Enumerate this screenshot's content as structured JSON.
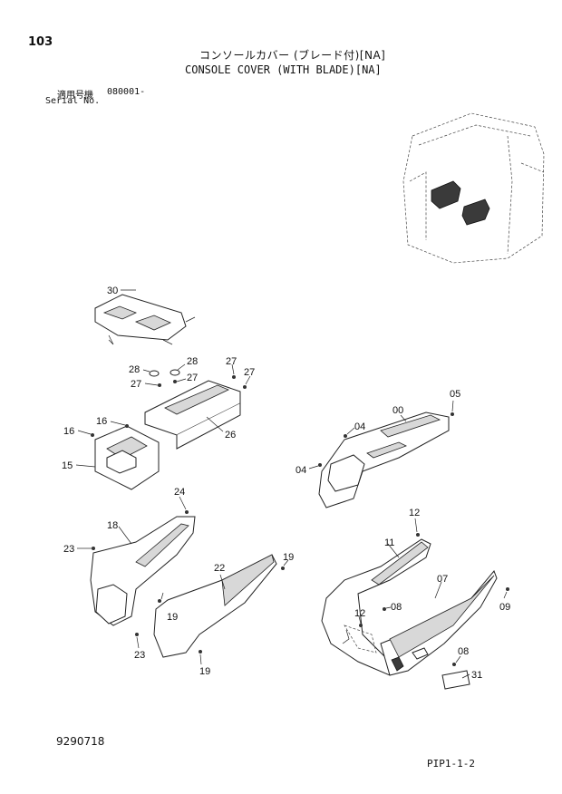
{
  "header": {
    "page_number": "103",
    "title_jp": "コンソールカバー (ブレード付)[NA]",
    "title_en": "CONSOLE COVER (WITH BLADE)[NA]",
    "serial_label_jp": "適用号機",
    "serial_value": "080001-",
    "serial_label_en": "Serial No."
  },
  "footer": {
    "document_number": "9290718",
    "page_code": "PIP1-1-2"
  },
  "callouts": {
    "c30": "30",
    "c28a": "28",
    "c28b": "28",
    "c27a": "27",
    "c27b": "27",
    "c27c": "27",
    "c27d": "27",
    "c26": "26",
    "c16a": "16",
    "c16b": "16",
    "c15": "15",
    "c04a": "04",
    "c04b": "04",
    "c00": "00",
    "c05": "05",
    "c24": "24",
    "c18": "18",
    "c23a": "23",
    "c23b": "23",
    "c22": "22",
    "c19a": "19",
    "c19b": "19",
    "c19c": "19",
    "c12a": "12",
    "c12b": "12",
    "c11": "11",
    "c07": "07",
    "c08a": "08",
    "c08b": "08",
    "c09": "09",
    "c31": "31"
  }
}
